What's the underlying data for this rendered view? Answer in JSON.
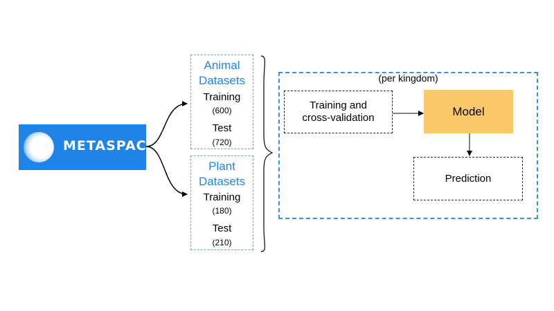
{
  "logo": {
    "text": "METASPACE"
  },
  "datasets": [
    {
      "title_line1": "Animal",
      "title_line2": "Datasets",
      "training_label": "Training",
      "training_count": "(600)",
      "test_label": "Test",
      "test_count": "(720)"
    },
    {
      "title_line1": "Plant",
      "title_line2": "Datasets",
      "training_label": "Training",
      "training_count": "(180)",
      "test_label": "Test",
      "test_count": "(210)"
    }
  ],
  "pipeline": {
    "kingdom_label": "(per kingdom)",
    "training_line1": "Training and",
    "training_line2": "cross-validation",
    "model_label": "Model",
    "prediction_label": "Prediction"
  },
  "colors": {
    "logo_blue": "#1f84e6",
    "dataset_title_blue": "#1f84e6",
    "model_fill": "#fbc969",
    "dashed_blue": "#3b8fe0"
  }
}
